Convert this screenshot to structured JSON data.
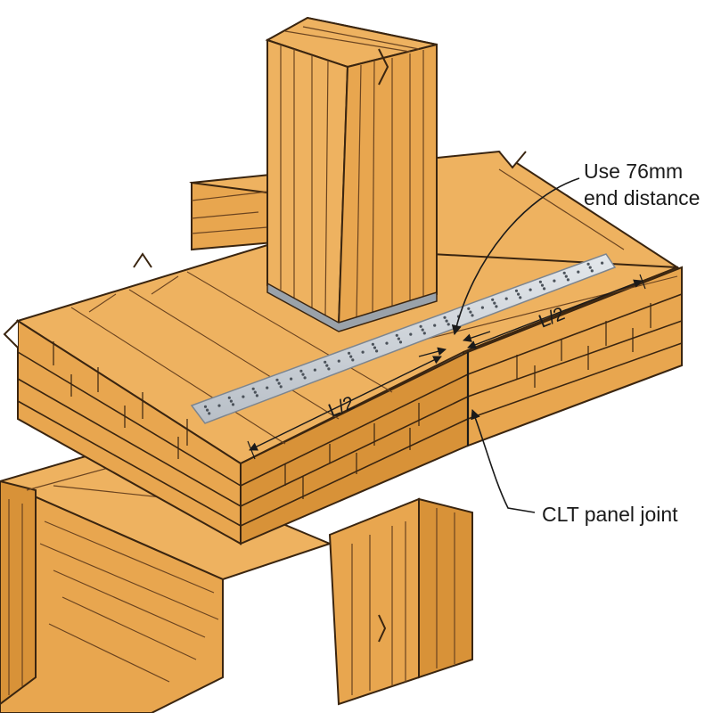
{
  "callouts": {
    "end_distance_line1": "Use 76mm",
    "end_distance_line2": "end distance",
    "panel_joint": "CLT panel joint"
  },
  "dimensions": {
    "left_half": "L/2",
    "right_half": "L/2"
  },
  "colors": {
    "wood": "#e8a64f",
    "wood_light": "#eeb260",
    "wood_dark": "#d89238",
    "grain": "#6b4420",
    "outline": "#3a2510",
    "strap": "#c9cfd6",
    "strap_edge": "#7d858e"
  }
}
